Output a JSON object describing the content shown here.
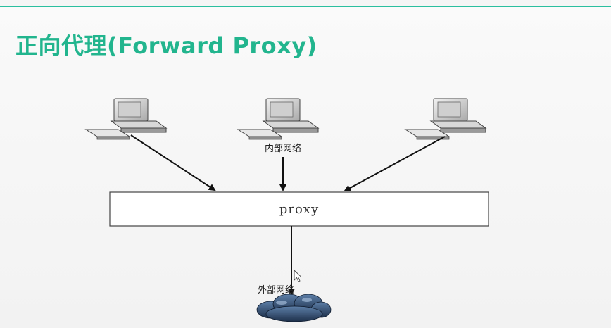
{
  "slide": {
    "title": "正向代理(Forward Proxy)",
    "accent_color": "#22b58e"
  },
  "diagram": {
    "proxy_label": "proxy",
    "internal_network_label": "内部网络",
    "external_network_label": "外部网络",
    "clients": [
      {
        "icon": "desktop-computer-icon"
      },
      {
        "icon": "desktop-computer-icon"
      },
      {
        "icon": "desktop-computer-icon"
      }
    ],
    "internet_icon": "cloud-icon"
  }
}
